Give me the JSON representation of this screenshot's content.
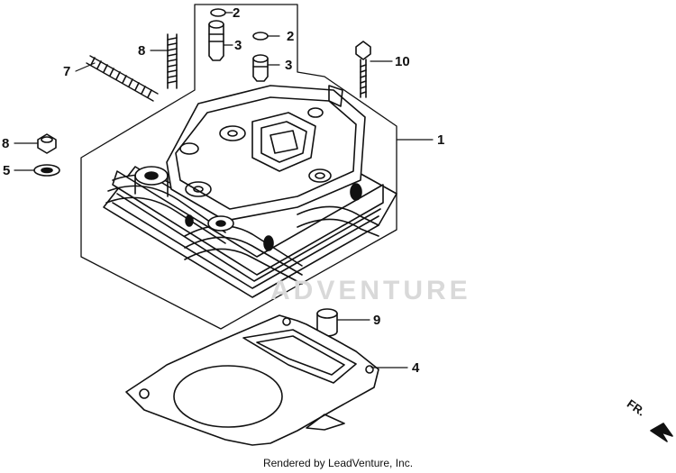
{
  "callouts": [
    {
      "id": "c2a",
      "text": "2"
    },
    {
      "id": "c3a",
      "text": "3"
    },
    {
      "id": "c2b",
      "text": "2"
    },
    {
      "id": "c3b",
      "text": "3"
    },
    {
      "id": "c8a",
      "text": "8"
    },
    {
      "id": "c7",
      "text": "7"
    },
    {
      "id": "c10",
      "text": "10"
    },
    {
      "id": "c1",
      "text": "1"
    },
    {
      "id": "c8b",
      "text": "8"
    },
    {
      "id": "c5",
      "text": "5"
    },
    {
      "id": "c9",
      "text": "9"
    },
    {
      "id": "c4",
      "text": "4"
    }
  ],
  "direction_label": "FR.",
  "watermark": "ADVENTURE",
  "credit": "Rendered by LeadVenture, Inc."
}
